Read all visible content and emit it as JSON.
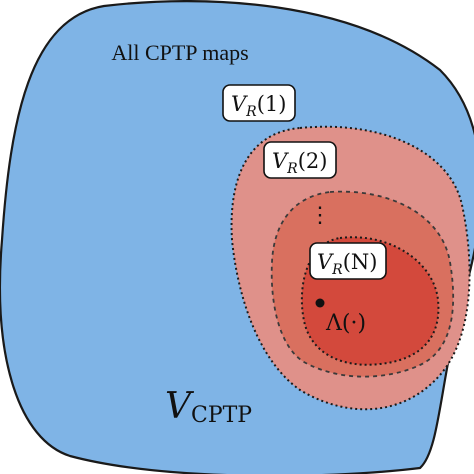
{
  "title": "All CPTP maps",
  "outer_label": {
    "main": "V",
    "sub": "CPTP"
  },
  "nested_sets": [
    {
      "label_main": "V",
      "label_sub": "R",
      "label_arg": "(1)",
      "color": "#7fb4e6"
    },
    {
      "label_main": "V",
      "label_sub": "R",
      "label_arg": "(2)",
      "color": "#df918a"
    },
    {
      "label_main": "",
      "label_sub": "",
      "label_arg": "",
      "color": "#d9705f"
    },
    {
      "label_main": "V",
      "label_sub": "R",
      "label_arg": "(N)",
      "color": "#d3493c"
    }
  ],
  "point_label": "Λ(·)",
  "ellipsis": "⋮",
  "colors": {
    "outer_fill": "#7fb4e6",
    "stroke": "#1a1a1a",
    "label_box_fill": "#ffffff"
  }
}
